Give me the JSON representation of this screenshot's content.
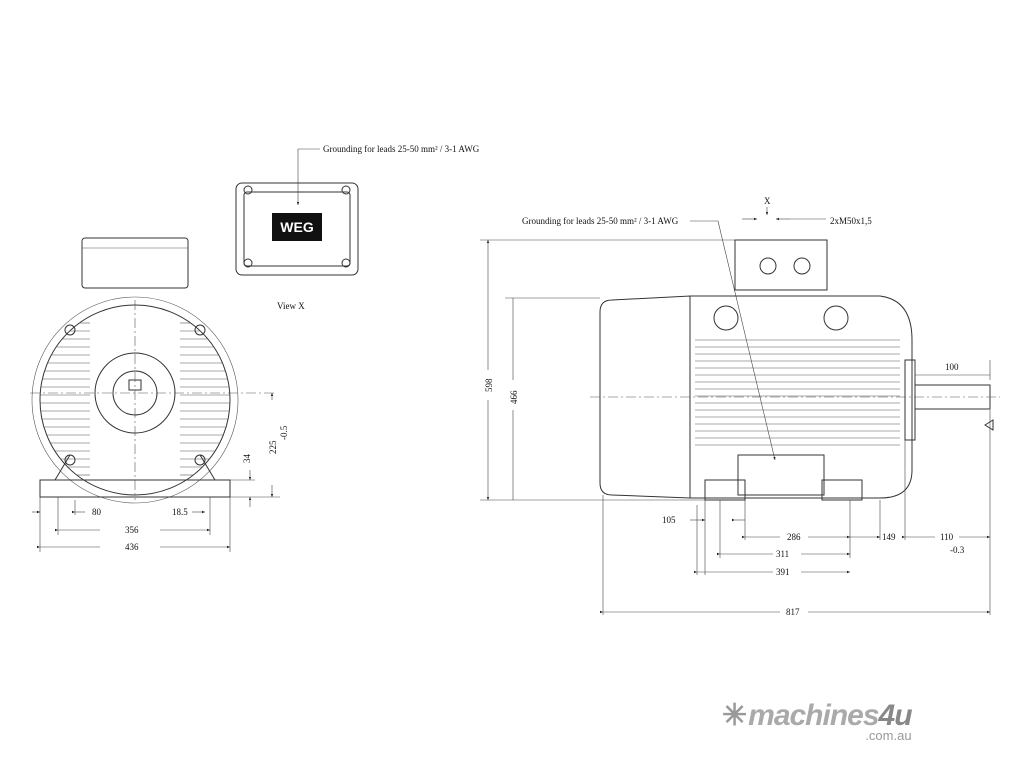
{
  "end_view": {
    "dims": {
      "d80": "80",
      "d18_5": "18.5",
      "d356": "356",
      "d436": "436",
      "d34": "34",
      "d225": "225",
      "tol": "-0.5"
    }
  },
  "view_x": {
    "grounding_label": "Grounding for leads 25-50 mm² / 3-1 AWG",
    "brand_plate": "WEG",
    "caption": "View X"
  },
  "side_view": {
    "grounding_label": "Grounding for leads 25-50 mm² / 3-1 AWG",
    "x_marker": "X",
    "gland_label": "2xM50x1,5",
    "dims": {
      "d598": "598",
      "d466": "466",
      "d100": "100",
      "d105": "105",
      "d286": "286",
      "d311": "311",
      "d391": "391",
      "d149": "149",
      "d110": "110",
      "tol": "-0.3",
      "d817": "817"
    }
  },
  "watermark": {
    "name": "machines",
    "four": "4u",
    "domain": ".com.au"
  }
}
